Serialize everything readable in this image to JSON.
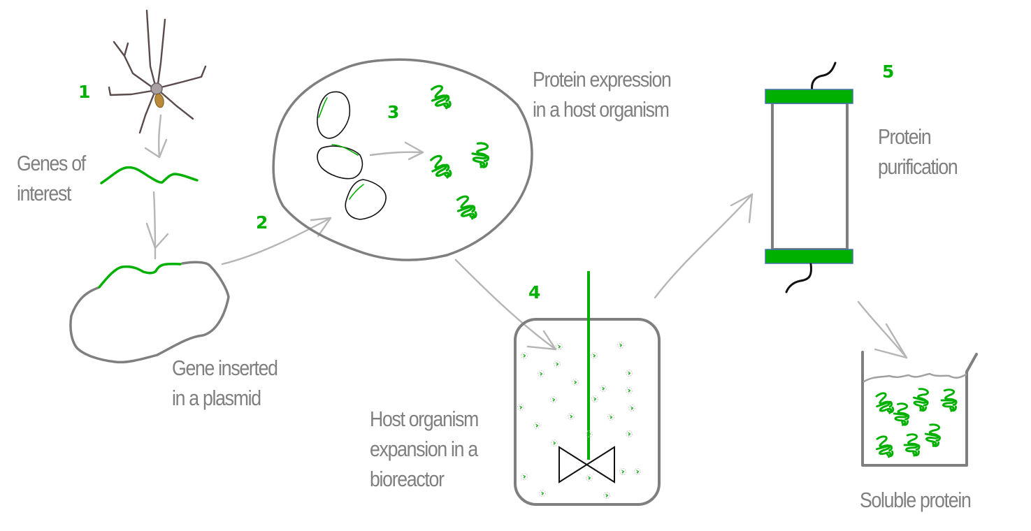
{
  "colors": {
    "accent_green": "#00b000",
    "sketch_gray": "#7f7f7f",
    "arrow_gray": "#b0b0b0",
    "outline_black": "#111111",
    "cap_border": "#4a6fb0"
  },
  "steps": [
    {
      "number": "1",
      "lines": [
        "Genes of",
        "interest"
      ],
      "icon": "spider-icon"
    },
    {
      "number": "2",
      "lines": [
        "Gene inserted",
        "in a plasmid"
      ],
      "icon": "plasmid-icon"
    },
    {
      "number": "3",
      "lines": [
        "Protein expression",
        "in a host organism"
      ],
      "icon": "host-cell-icon"
    },
    {
      "number": "4",
      "lines": [
        "Host organism",
        "expansion in a",
        "bioreactor"
      ],
      "icon": "bioreactor-icon"
    },
    {
      "number": "5",
      "lines": [
        "Protein",
        "purification"
      ],
      "icon": "chromatography-column-icon"
    }
  ],
  "final_product": {
    "lines": [
      "Soluble protein"
    ],
    "icon": "beaker-icon"
  }
}
